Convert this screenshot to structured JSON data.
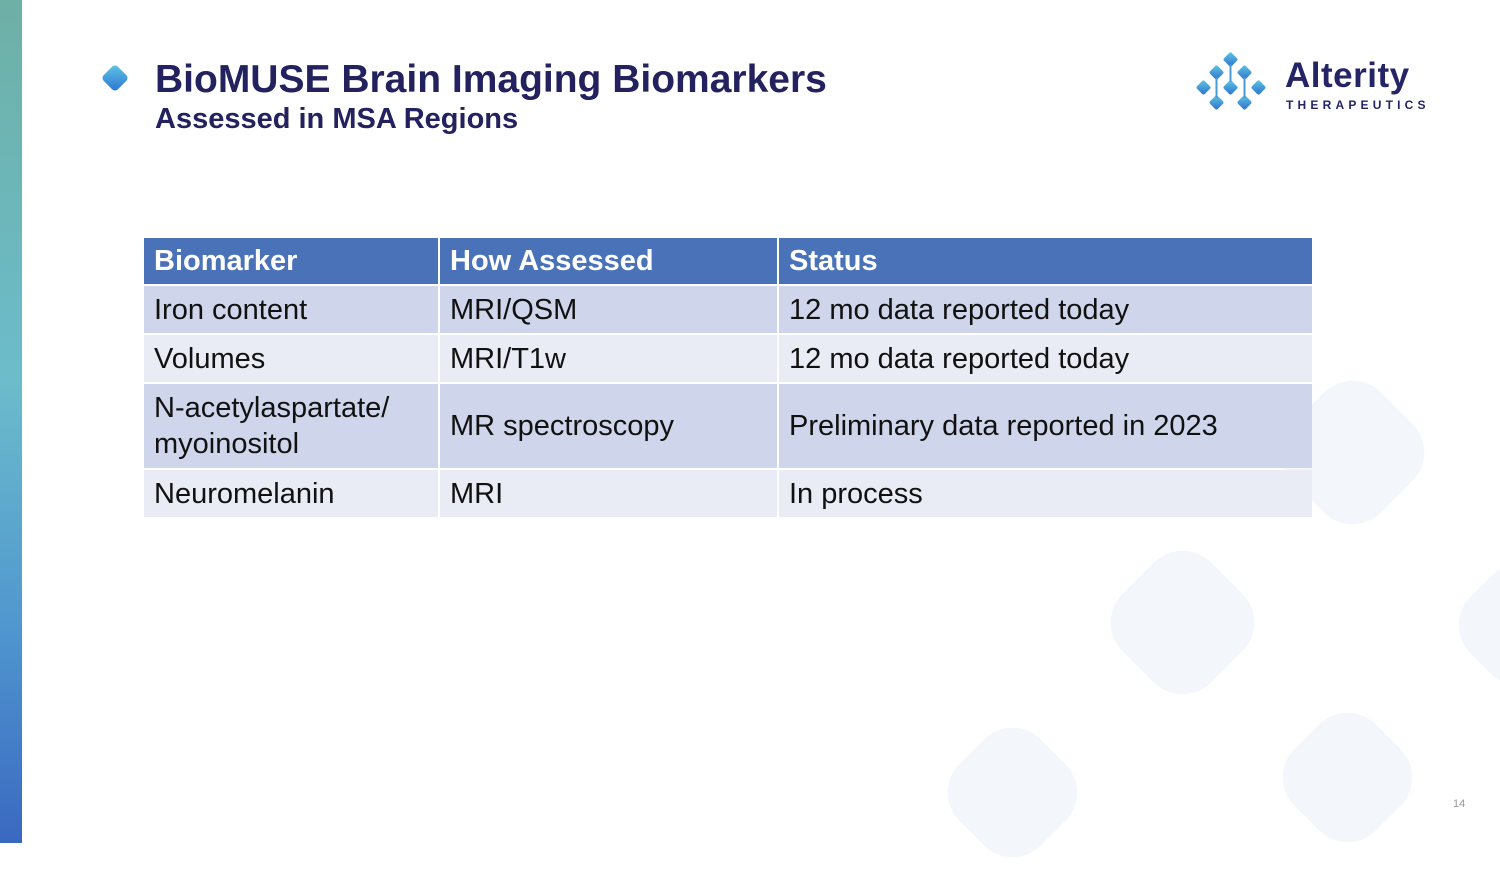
{
  "slide": {
    "title": "BioMUSE Brain Imaging Biomarkers",
    "subtitle": "Assessed in MSA Regions",
    "page_number": "14"
  },
  "logo": {
    "name": "Alterity",
    "tagline": "THERAPEUTICS"
  },
  "table": {
    "headers": [
      "Biomarker",
      "How Assessed",
      "Status"
    ],
    "rows": [
      [
        "Iron content",
        "MRI/QSM",
        "12 mo data reported today"
      ],
      [
        "Volumes",
        "MRI/T1w",
        "12 mo data reported today"
      ],
      [
        "N-acetylaspartate/ myoinositol",
        "MR spectroscopy",
        "Preliminary data reported in 2023"
      ],
      [
        "Neuromelanin",
        "MRI",
        "In process"
      ]
    ]
  },
  "colors": {
    "header": "#4a72b8",
    "row_odd": "#cfd5ea",
    "row_even": "#e9ecf5",
    "title": "#23225f"
  }
}
